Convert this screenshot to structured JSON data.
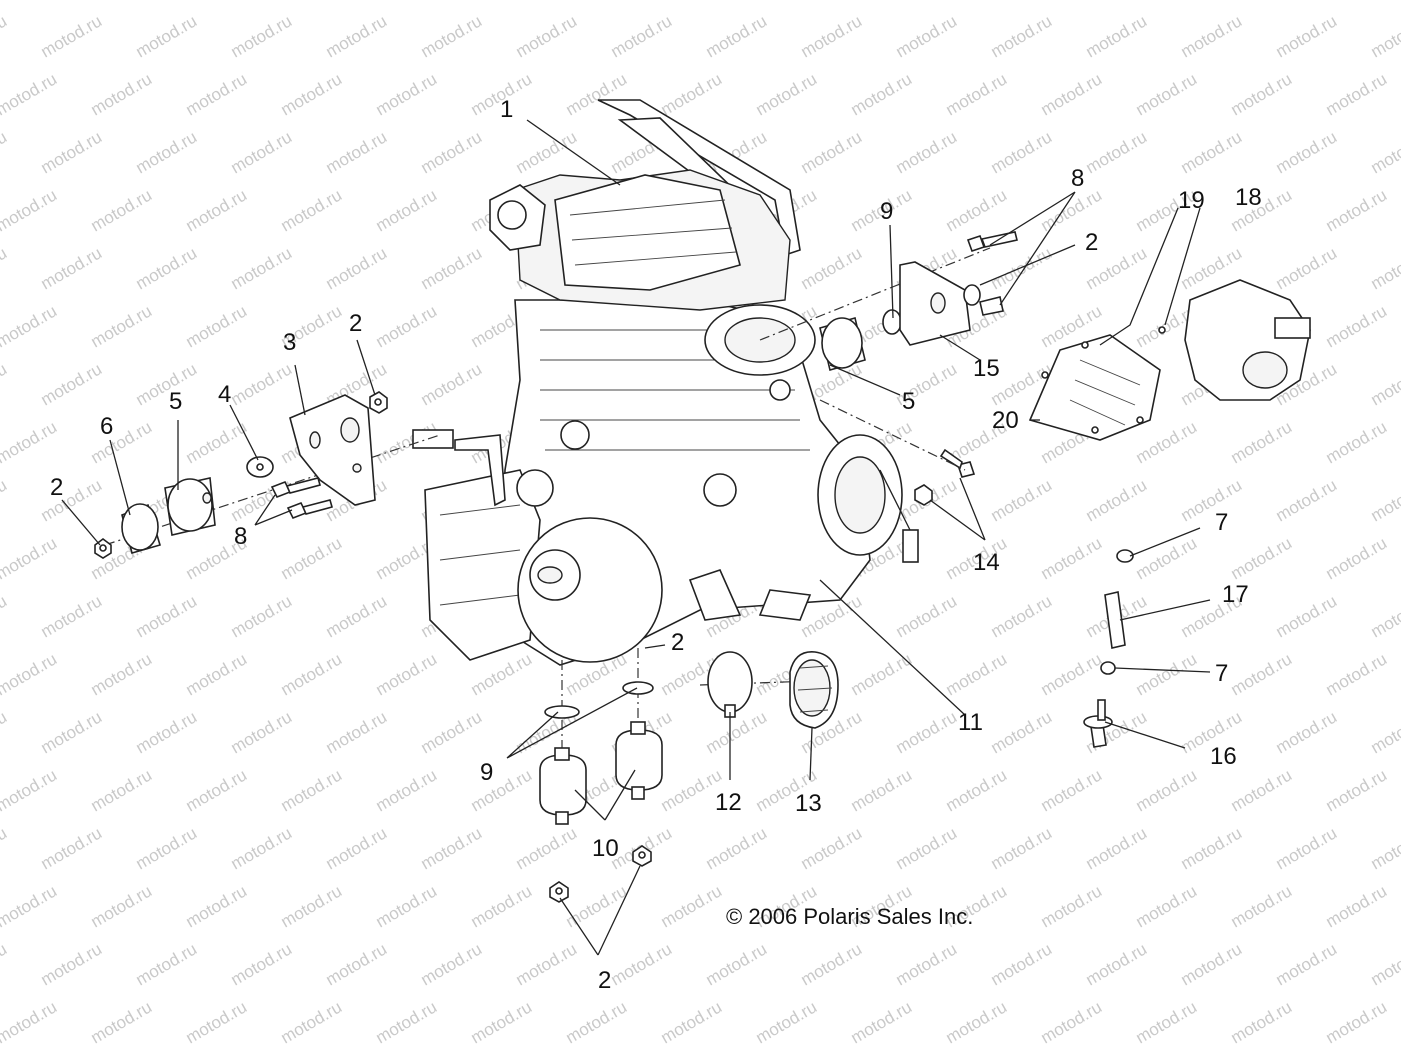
{
  "watermark": {
    "text": "motod.ru"
  },
  "copyright": "© 2006 Polaris Sales Inc.",
  "callouts": [
    "1",
    "2",
    "3",
    "4",
    "5",
    "6",
    "7",
    "8",
    "9",
    "10",
    "11",
    "12",
    "13",
    "14",
    "15",
    "16",
    "17",
    "18",
    "19",
    "20"
  ],
  "colors": {
    "line": "#222222",
    "watermark": "#c9c9c9",
    "background": "#ffffff"
  }
}
